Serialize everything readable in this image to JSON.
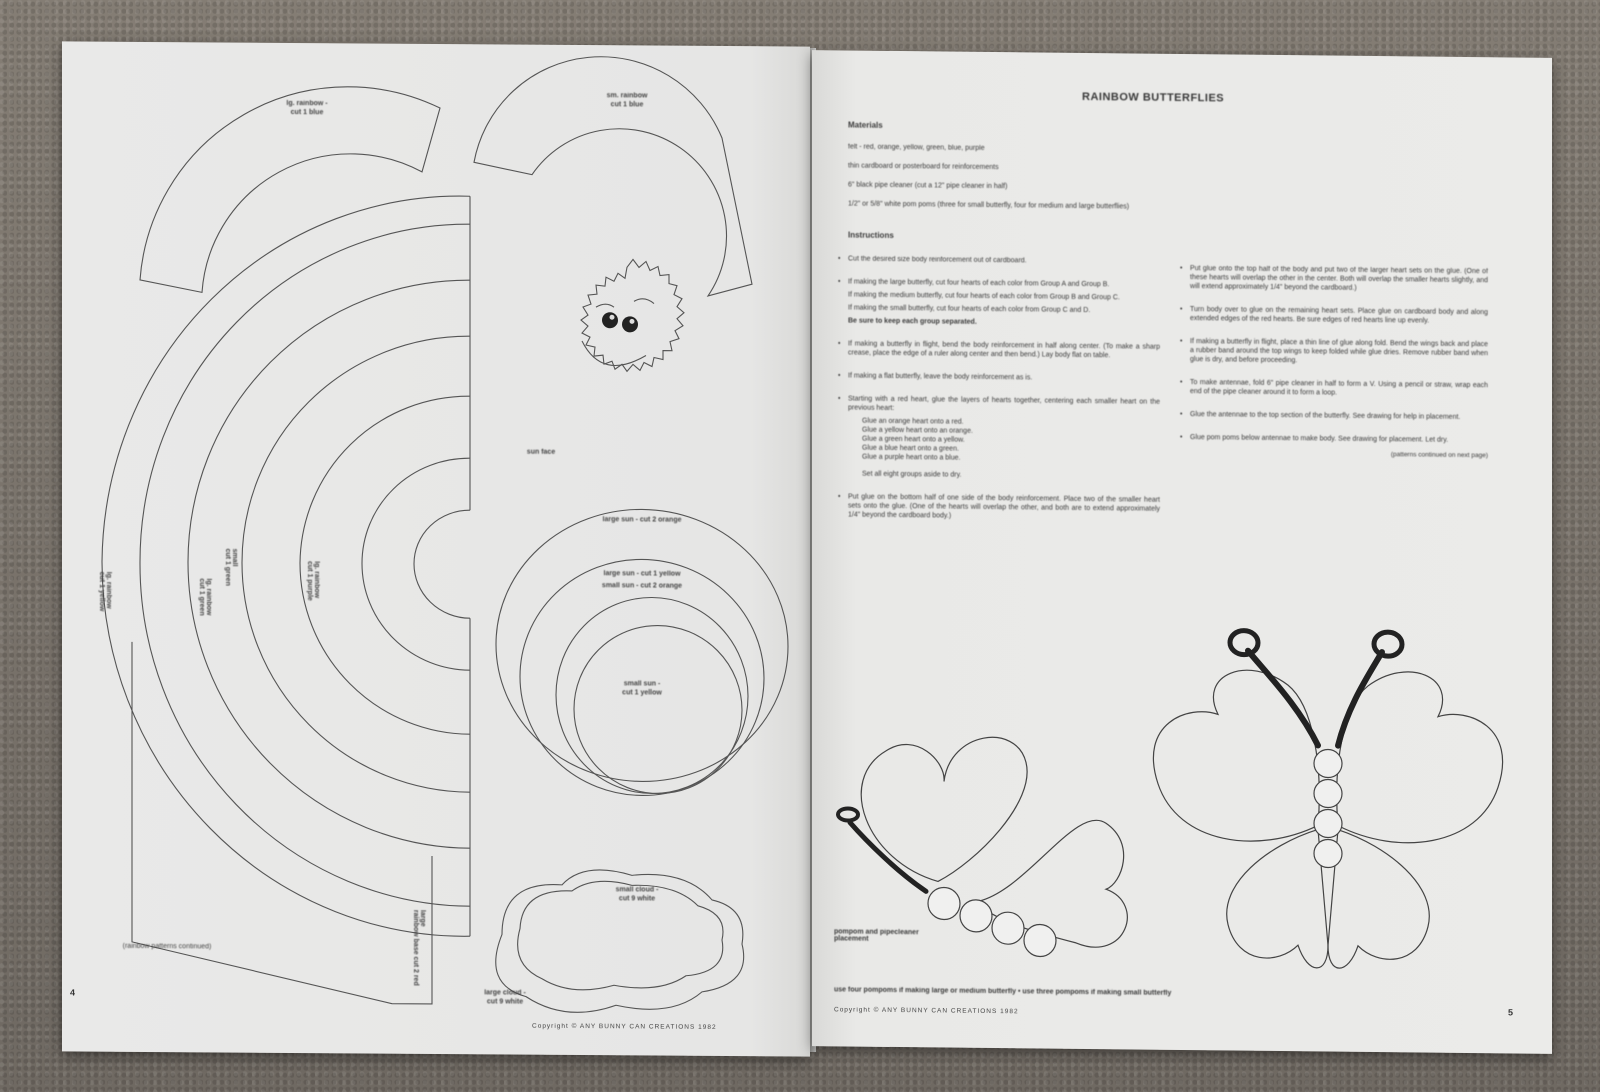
{
  "left_page": {
    "labels": {
      "lg_rainbow_blue": "lg. rainbow -\ncut 1 blue",
      "sm_rainbow_blue": "sm. rainbow\ncut 1 blue",
      "sun_face": "sun face",
      "large_sun": "large sun - cut 2 orange",
      "large_sun_yellow": "large sun - cut 1 yellow",
      "small_sun_orange": "small sun - cut 2 orange",
      "small_sun_yellow": "small sun -\ncut 1 yellow",
      "small_cloud": "small cloud -\ncut 9 white",
      "large_cloud": "large cloud -\ncut 9 white",
      "arc_lg_yellow": "lg. rainbow\ncut 1 yellow",
      "arc_sm_green": "small\ncut 1 green",
      "arc_lg_green": "lg. rainbow\ncut 1 green",
      "arc_lg_purple": "lg. rainbow\ncut 1 purple",
      "arc_large_base": "large\nrainbow base cut 2 red",
      "continued": "(rainbow patterns continued)"
    },
    "page_number": "4",
    "copyright": "Copyright © ANY BUNNY CAN CREATIONS 1982"
  },
  "right_page": {
    "title": "RAINBOW BUTTERFLIES",
    "materials_heading": "Materials",
    "materials": [
      "felt - red, orange, yellow, green, blue, purple",
      "thin cardboard or posterboard for reinforcements",
      "6\" black pipe cleaner (cut a 12\" pipe cleaner in half)",
      "1/2\" or 5/8\" white pom poms (three for small butterfly, four for medium and large butterflies)"
    ],
    "instructions_heading": "Instructions",
    "left_column": [
      "Cut the desired size body reinforcement out of cardboard.",
      "If making the large butterfly, cut four hearts of each color from Group A and Group B.",
      "If making the medium butterfly, cut four hearts of each color from Group B and Group C.",
      "If making the small butterfly, cut four hearts of each color from Group C and D.",
      "Be sure to keep each group separated.",
      "If making a butterfly in flight, bend the body reinforcement in half along center. (To make a sharp crease, place the edge of a ruler along center and then bend.) Lay body flat on table.",
      "If making a flat butterfly, leave the body reinforcement as is.",
      "Starting with a red heart, glue the layers of hearts together, centering each smaller heart on the previous heart:"
    ],
    "glue_steps": [
      "Glue an orange heart onto a red.",
      "Glue a yellow heart onto an orange.",
      "Glue a green heart onto a yellow.",
      "Glue a blue heart onto a green.",
      "Glue a purple heart onto a blue."
    ],
    "set_aside": "Set all eight groups aside to dry.",
    "bottom_step": "Put glue on the bottom half of one side of the body reinforcement. Place two of the smaller heart sets onto the glue. (One of the hearts will overlap the other, and both are to extend approximately 1/4\" beyond the cardboard body.)",
    "right_column": [
      "Put glue onto the top half of the body and put two of the larger heart sets on the glue. (One of these hearts will overlap the other in the center. Both will overlap the smaller hearts slightly, and will extend approximately 1/4\" beyond the cardboard.)",
      "Turn body over to glue on the remaining heart sets. Place glue on cardboard body and along extended edges of the red hearts. Be sure edges of red hearts line up evenly.",
      "If making a butterfly in flight, place a thin line of glue along fold. Bend the wings back and place a rubber band around the top wings to keep folded while glue dries. Remove rubber band when glue is dry, and before proceeding.",
      "To make antennae, fold 6\" pipe cleaner in half to form a V. Using a pencil or straw, wrap each end of the pipe cleaner around it to form a loop.",
      "Glue the antennae to the top section of the butterfly. See drawing for help in placement.",
      "Glue pom poms below antennae to make body. See drawing for placement. Let dry."
    ],
    "continued_note": "(patterns continued on next page)",
    "pompom_caption": "pompom and pipecleaner\nplacement",
    "footer_note": "use four pompoms if making large or medium butterfly • use three pompoms if making small butterfly",
    "copyright": "Copyright © ANY BUNNY CAN CREATIONS 1982",
    "page_number": "5"
  }
}
